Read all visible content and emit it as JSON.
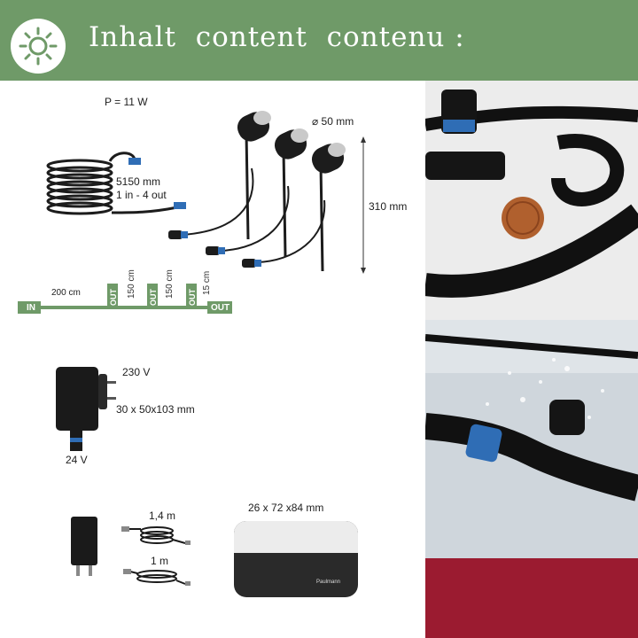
{
  "header": {
    "title": "Inhalt  content  contenu :",
    "icon": "sun-icon",
    "background": "#6f9a68"
  },
  "spots": {
    "power": "P = 11 W",
    "diameter": "⌀ 50 mm",
    "height": "310 mm",
    "cable_length": "5150 mm",
    "cable_io": "1 in - 4 out"
  },
  "strip": {
    "in": "IN",
    "out": "OUT",
    "segments": [
      "200 cm",
      "150 cm",
      "150 cm",
      "15 cm"
    ],
    "tap": "OUT"
  },
  "transformer": {
    "input": "230 V",
    "size": "30 x 50x103 mm",
    "output": "24 V"
  },
  "accessories": {
    "cable_long": "1,4 m",
    "cable_short": "1 m"
  },
  "gateway": {
    "size": "26 x 72 x84 mm",
    "brand": "Paulmann"
  },
  "colors": {
    "accent_green": "#6f9a68",
    "accent_red": "#9b1b30",
    "connector_blue": "#2f6db5"
  }
}
